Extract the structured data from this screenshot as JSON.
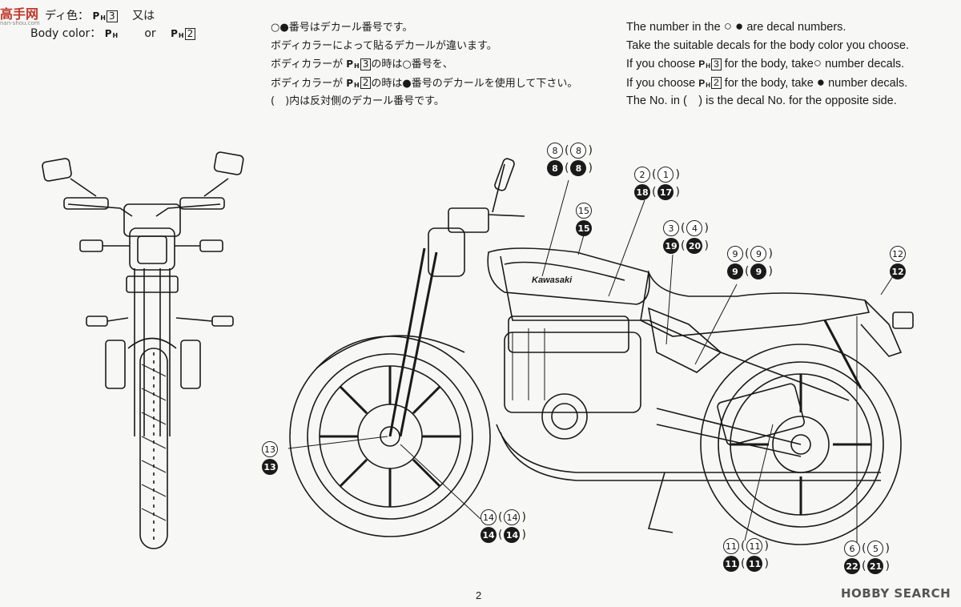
{
  "header": {
    "logo_text": "高手网",
    "logo_url": "nan-shou.com",
    "jp_color_label": "ディ色：",
    "en_color_label": "Body color：",
    "or_jp": "又は",
    "or_en": "or",
    "color_a": "3",
    "color_b": "2",
    "ph": "P",
    "ph_sub": "H"
  },
  "notes_jp": [
    "番号はデカール番号です。",
    "ボディカラーによって貼るデカールが違います。",
    "ボディカラーが",
    "の時は",
    "番号を、",
    "番号のデカールを使用して下さい。",
    "内は反対側のデカール番号です。"
  ],
  "notes_en": [
    "The number in the",
    "are decal numbers.",
    "Take the suitable decals for the body color you choose.",
    "If you choose",
    "for the body, take",
    "number decals.",
    "The No. in",
    "is the decal No. for the opposite side."
  ],
  "tank_brand": "Kawasaki",
  "callouts": [
    {
      "id": "c8",
      "w": "8",
      "wp": "8",
      "b": "8",
      "bp": "8"
    },
    {
      "id": "c2",
      "w": "2",
      "wp": "1",
      "b": "18",
      "bp": "17"
    },
    {
      "id": "c15",
      "w": "15",
      "b": "15"
    },
    {
      "id": "c3",
      "w": "3",
      "wp": "4",
      "b": "19",
      "bp": "20"
    },
    {
      "id": "c9",
      "w": "9",
      "wp": "9",
      "b": "9",
      "bp": "9"
    },
    {
      "id": "c12",
      "w": "12",
      "b": "12"
    },
    {
      "id": "c13",
      "w": "13",
      "b": "13"
    },
    {
      "id": "c14",
      "w": "14",
      "wp": "14",
      "b": "14",
      "bp": "14"
    },
    {
      "id": "c11",
      "w": "11",
      "wp": "11",
      "b": "11",
      "bp": "11"
    },
    {
      "id": "c6",
      "w": "6",
      "wp": "5",
      "b": "22",
      "bp": "21"
    }
  ],
  "footer": {
    "page_number": "2",
    "watermark": "HOBBY SEARCH"
  }
}
